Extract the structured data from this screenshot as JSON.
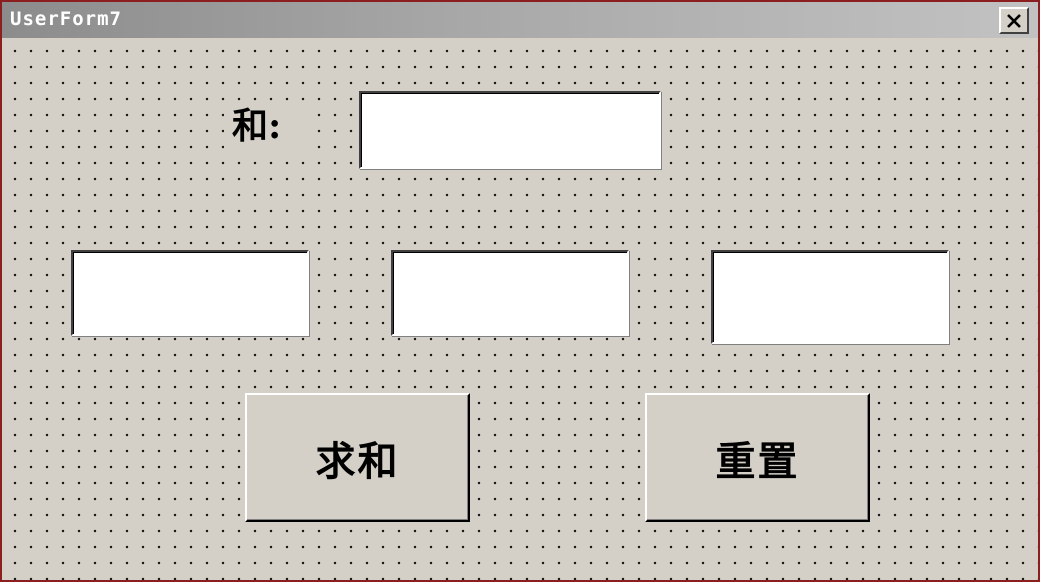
{
  "window": {
    "title": "UserForm7",
    "close_label": "Close"
  },
  "form": {
    "sum_label": "和:",
    "sum_value": "",
    "input_1_value": "",
    "input_2_value": "",
    "input_3_value": ""
  },
  "buttons": {
    "sum_label": "求和",
    "reset_label": "重置"
  },
  "colors": {
    "face": "#d4d0c8",
    "border": "#8b1e1e",
    "grid_dot": "#1a1a1a"
  },
  "icons": {
    "close": "close-icon"
  }
}
